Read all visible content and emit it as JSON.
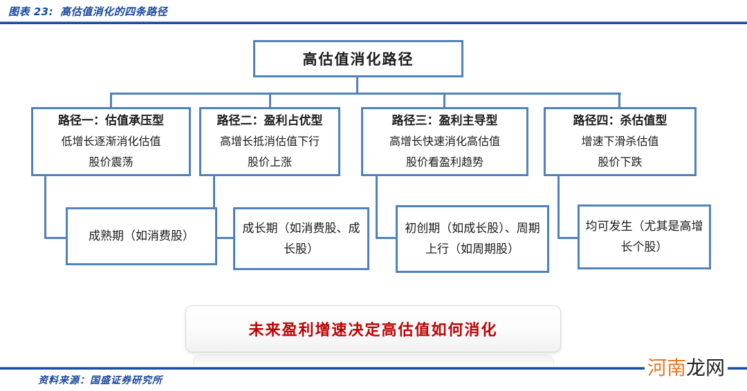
{
  "header": {
    "chart_label": "图表 23:",
    "chart_title": "高估值消化的四条路径"
  },
  "diagram": {
    "root": {
      "title": "高估值消化路径"
    },
    "branches": [
      {
        "title": "路径一：估值承压型",
        "line1": "低增长逐渐消化估值",
        "line2": "股价震荡",
        "child": "成熟期（如消费股）"
      },
      {
        "title": "路径二：盈利占优型",
        "line1": "高增长抵消估值下行",
        "line2": "股价上涨",
        "child": "成长期（如消费股、成长股）"
      },
      {
        "title": "路径三：盈利主导型",
        "line1": "高增长快速消化高估值",
        "line2": "股价看盈利趋势",
        "child": "初创期（如成长股）、周期上行（如周期股）"
      },
      {
        "title": "路径四：杀估值型",
        "line1": "增速下滑杀估值",
        "line2": "股价下跌",
        "child": "均可发生（尤其是高增长个股）"
      }
    ],
    "conclusion": "未来盈利增速决定高估值如何消化"
  },
  "footer": {
    "source": "资料来源：国盛证券研究所"
  },
  "watermark": {
    "part1": "河南",
    "part2": "龙网"
  },
  "colors": {
    "box_border": "#4F81BD",
    "rule_blue": "#1B4DA1",
    "caption_blue": "#17479E",
    "conclusion_red": "#C00000",
    "watermark_orange": "#E87722"
  }
}
